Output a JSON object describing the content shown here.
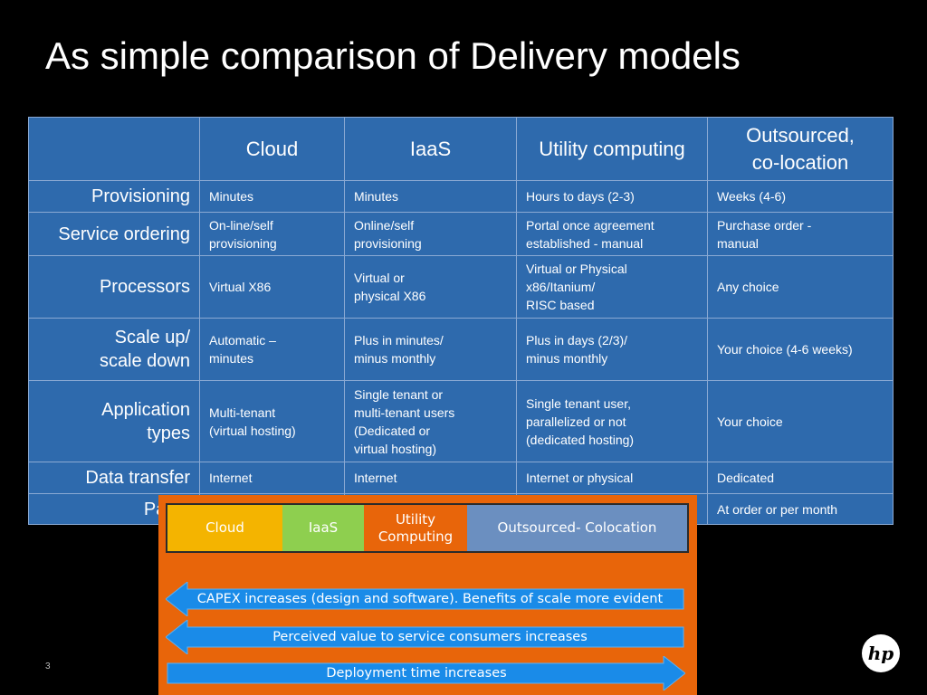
{
  "slide": {
    "title": "As simple comparison of Delivery models",
    "page_number": "3",
    "logo_text": "hp"
  },
  "table": {
    "headers": [
      "",
      "Cloud",
      "IaaS",
      "Utility computing",
      "Outsourced,\nco-location"
    ],
    "rows": [
      {
        "label": "Provisioning",
        "cells": [
          "Minutes",
          "Minutes",
          "Hours to days (2-3)",
          "Weeks (4-6)"
        ]
      },
      {
        "label": "Service ordering",
        "cells": [
          "On-line/self\nprovisioning",
          "Online/self\nprovisioning",
          "Portal once agreement\nestablished - manual",
          "Purchase order -\nmanual"
        ]
      },
      {
        "label": "Processors",
        "cells": [
          "Virtual X86",
          "Virtual or\nphysical X86",
          "Virtual or Physical\nx86/Itanium/\nRISC based",
          "Any choice"
        ]
      },
      {
        "label": "Scale up/\nscale down",
        "cells": [
          "Automatic –\nminutes",
          "Plus in minutes/\nminus monthly",
          "Plus in days (2/3)/\nminus monthly",
          "Your choice (4-6 weeks)"
        ]
      },
      {
        "label": "Application\ntypes",
        "cells": [
          "Multi-tenant\n(virtual hosting)",
          "Single tenant or\nmulti-tenant users\n(Dedicated or\nvirtual hosting)",
          "Single tenant user,\nparallelized or not\n(dedicated hosting)",
          "Your choice"
        ]
      },
      {
        "label": "Data transfer",
        "cells": [
          "Internet",
          "Internet",
          "Internet or physical",
          "Dedicated"
        ]
      },
      {
        "label": "Paym",
        "cells": [
          "",
          "",
          "",
          "At order or per month"
        ]
      }
    ]
  },
  "inset": {
    "segments": [
      "Cloud",
      "IaaS",
      "Utility\nComputing",
      "Outsourced- Colocation"
    ],
    "arrows": [
      {
        "text": "CAPEX increases (design and software). Benefits of scale more evident",
        "direction": "left"
      },
      {
        "text": "Perceived value to service consumers increases",
        "direction": "left"
      },
      {
        "text": "Deployment time increases",
        "direction": "right"
      }
    ]
  },
  "colors": {
    "background": "#000000",
    "table_fill": "#2e6aad",
    "table_border": "#8aa9d3",
    "inset_fill": "#e8650a",
    "arrow_fill": "#1a8be8",
    "seg_cloud": "#f4b400",
    "seg_iaas": "#8ecf4f",
    "seg_utility": "#e8650a",
    "seg_outsourced": "#6b8fc0"
  }
}
